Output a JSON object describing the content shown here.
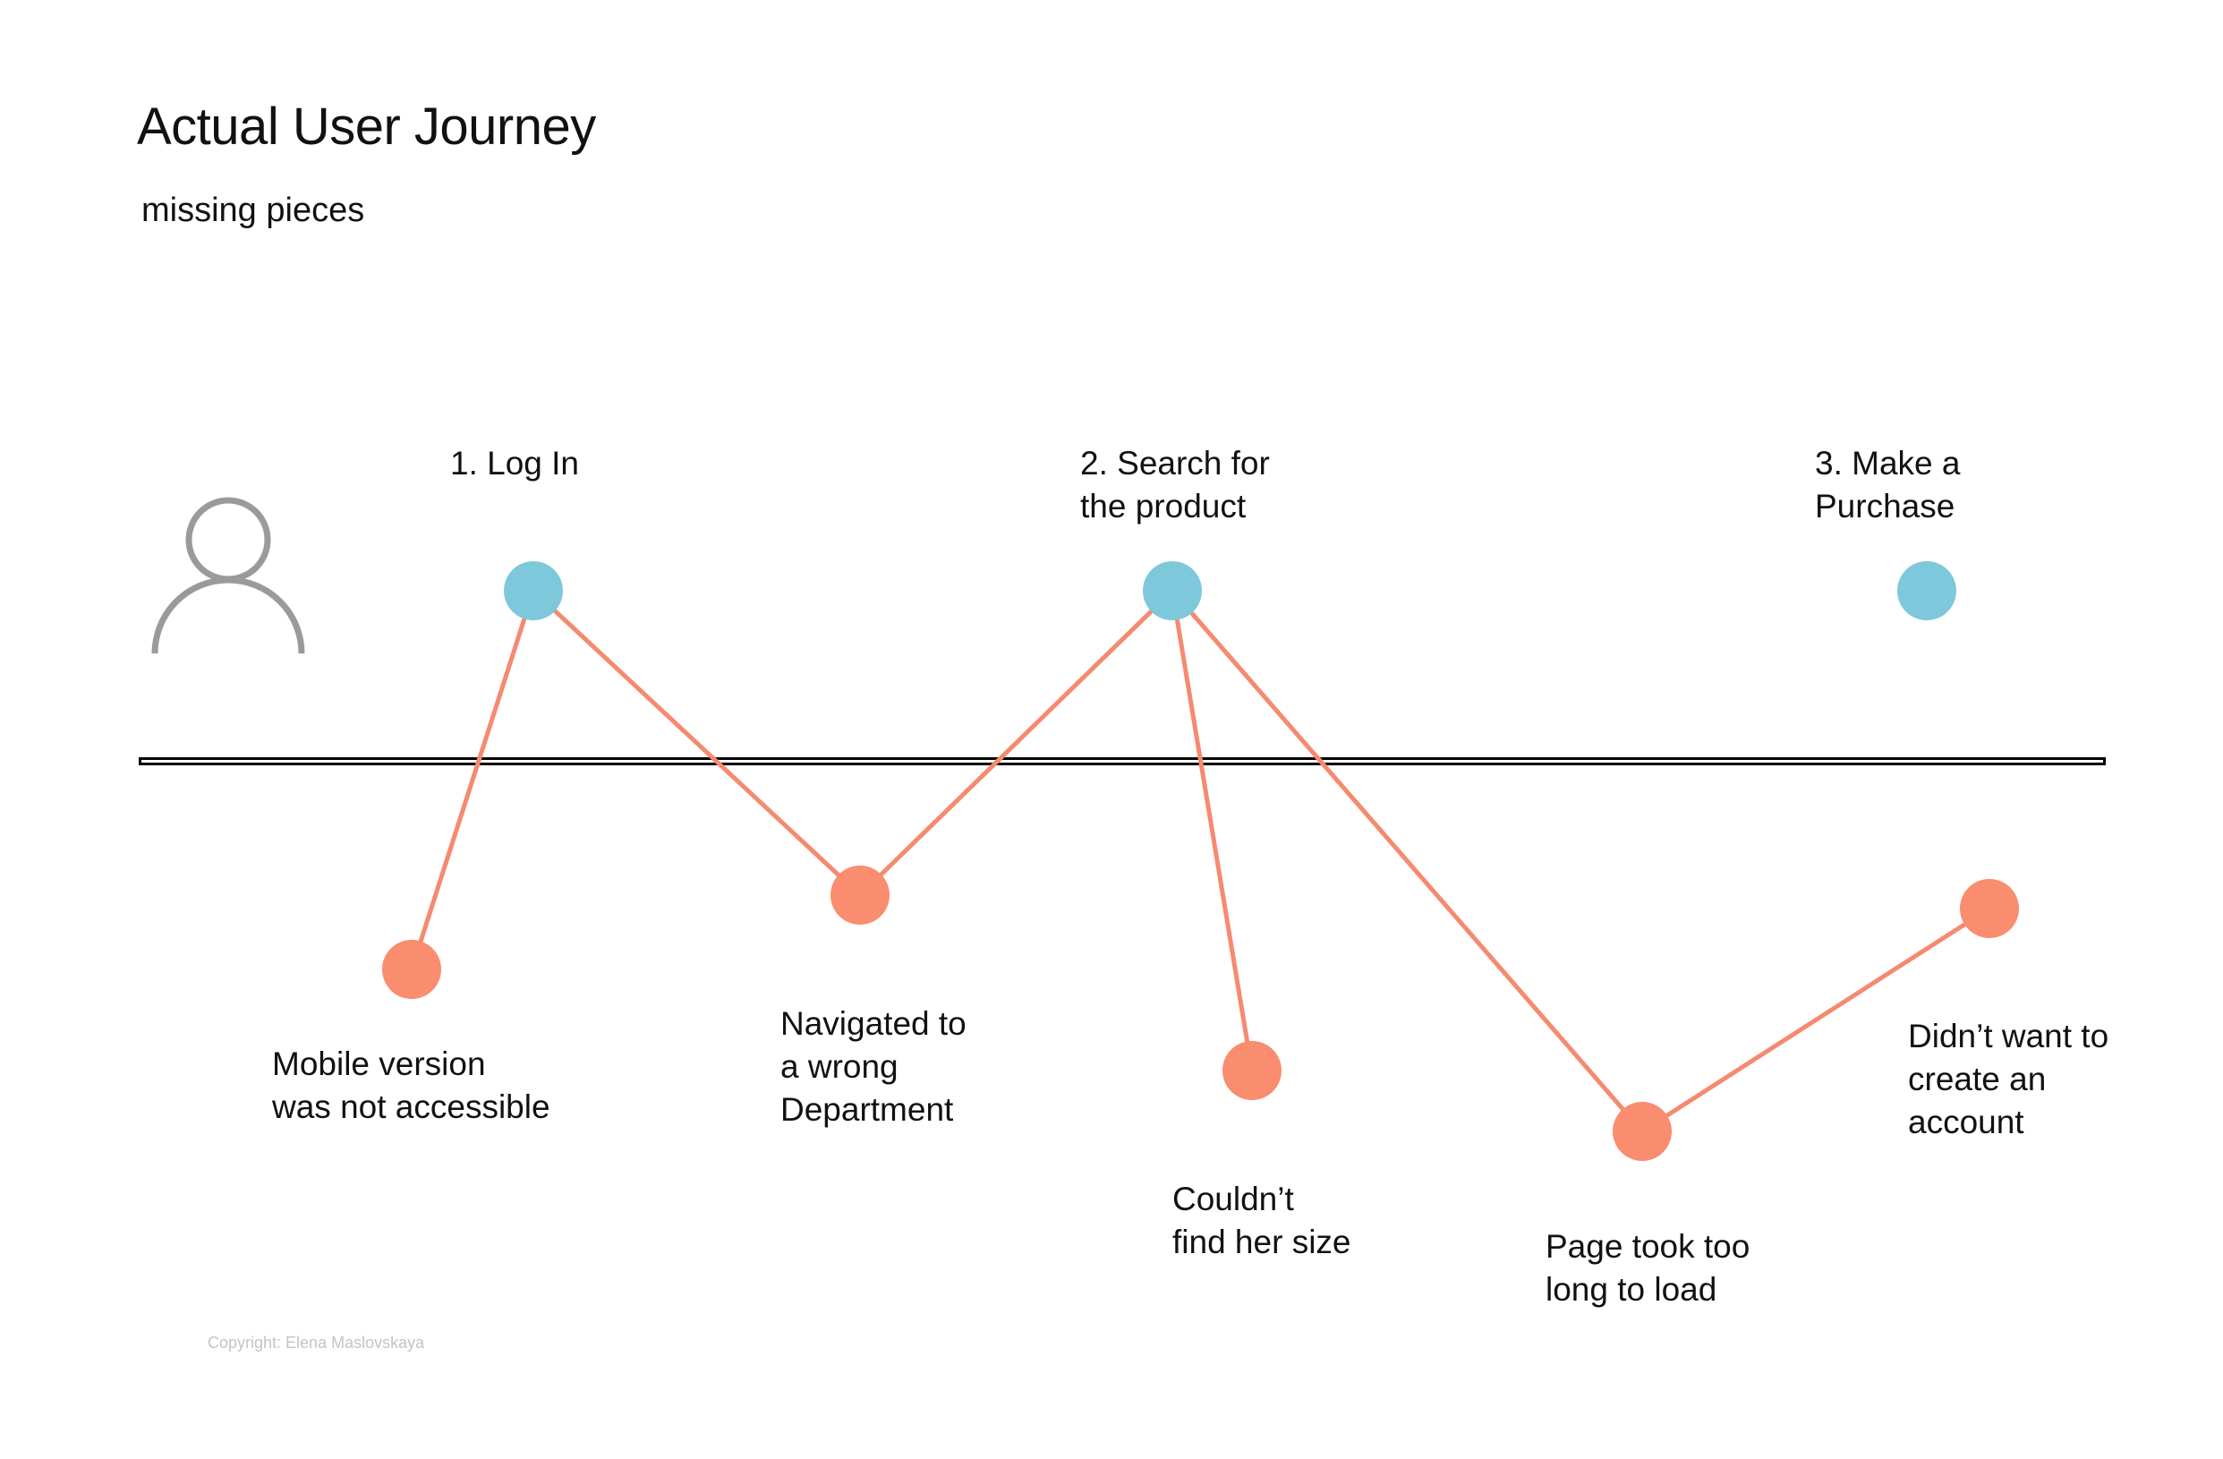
{
  "title": "Actual User Journey",
  "subtitle": "missing pieces",
  "icons": {
    "user": "user-icon"
  },
  "colors": {
    "stage": "#7ec8db",
    "pain": "#fa8c6f",
    "path": "#f58a70",
    "baseline": "#000000",
    "icon": "#9a9a9a",
    "copyright": "#c4c4c4"
  },
  "stages": [
    {
      "id": "login",
      "label": "1. Log In"
    },
    {
      "id": "search",
      "label": "2. Search for\nthe product"
    },
    {
      "id": "purchase",
      "label": "3. Make a\nPurchase"
    }
  ],
  "pain_points": [
    {
      "id": "mobile",
      "label": "Mobile version\nwas not accessible"
    },
    {
      "id": "department",
      "label": "Navigated to\na wrong\nDepartment"
    },
    {
      "id": "size",
      "label": "Couldn’t\nfind her size"
    },
    {
      "id": "load",
      "label": "Page took too\nlong to load"
    },
    {
      "id": "account",
      "label": "Didn’t want to\ncreate an\naccount"
    }
  ],
  "connections": [
    {
      "from": "mobile",
      "to": "login"
    },
    {
      "from": "login",
      "to": "department"
    },
    {
      "from": "department",
      "to": "search"
    },
    {
      "from": "search",
      "to": "size"
    },
    {
      "from": "search",
      "to": "load"
    },
    {
      "from": "load",
      "to": "account"
    }
  ],
  "copyright": "Copyright: Elena Maslovskaya"
}
